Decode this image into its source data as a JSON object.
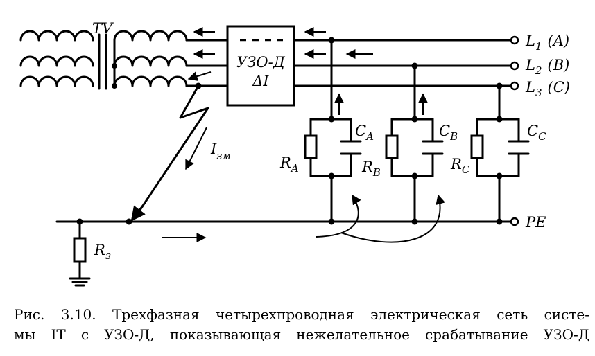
{
  "labels": {
    "transformer": "TV",
    "device_line1": "УЗО-Д",
    "device_line2": "ΔI",
    "phase_a": "L",
    "phase_a_sub": "1",
    "phase_a_suffix": "(A)",
    "phase_b": "L",
    "phase_b_sub": "2",
    "phase_b_suffix": "(B)",
    "phase_c": "L",
    "phase_c_sub": "3",
    "phase_c_suffix": "(C)",
    "pe": "PE",
    "leak_current": "I",
    "leak_current_sub": "зм",
    "ca": "C",
    "ca_sub": "A",
    "cb": "C",
    "cb_sub": "B",
    "cc": "C",
    "cc_sub": "C",
    "ra": "R",
    "ra_sub": "A",
    "rb": "R",
    "rb_sub": "B",
    "rc": "R",
    "rc_sub": "C",
    "rz": "R",
    "rz_sub": "з"
  },
  "caption": {
    "line1": "Рис. 3.10. Трехфазная четырехпроводная электрическая сеть систе-",
    "line2": "мы IT с УЗО-Д, показывающая нежелательное срабатывание УЗО-Д"
  }
}
